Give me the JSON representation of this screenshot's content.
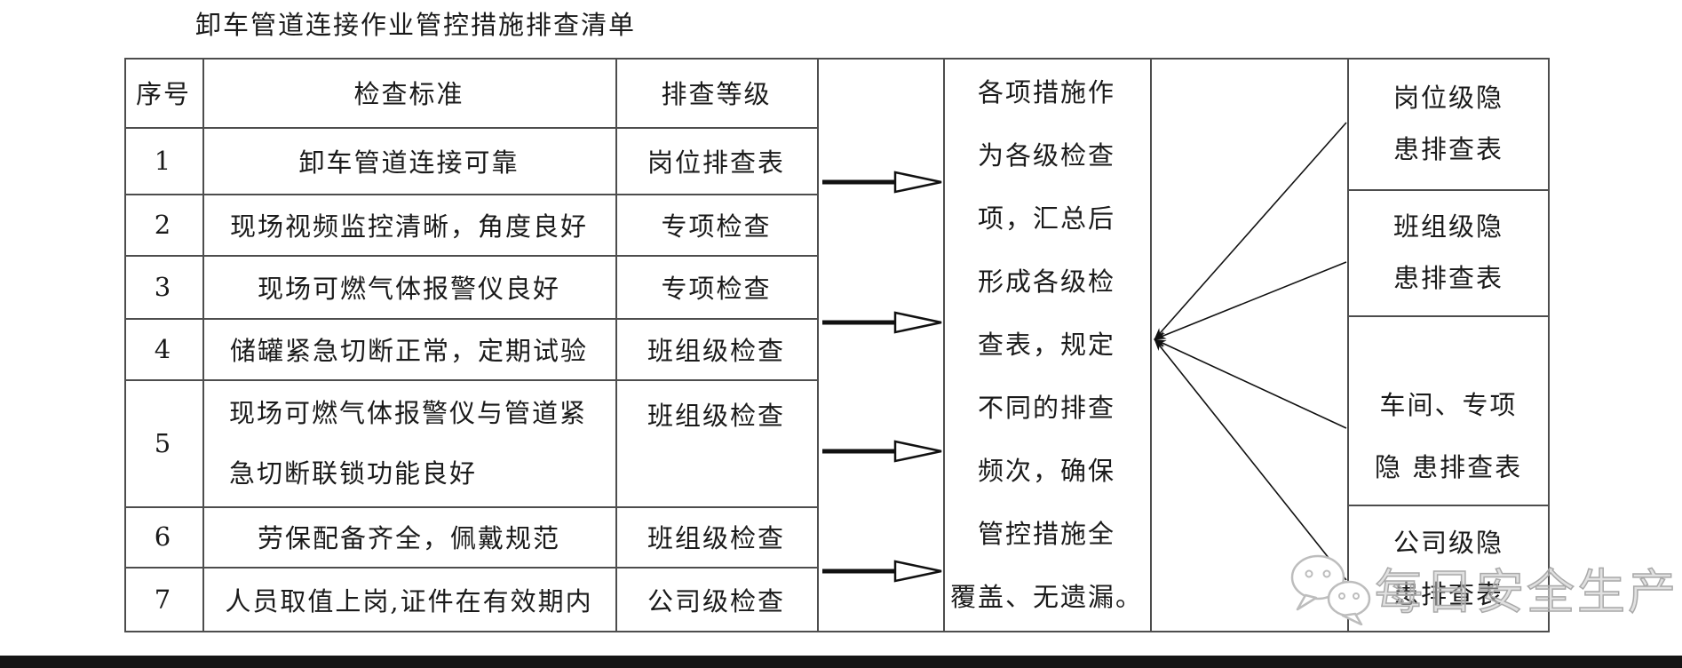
{
  "title": "卸车管道连接作业管控措施排查清单",
  "table": {
    "headers": [
      "序号",
      "检查标准",
      "排查等级"
    ],
    "rows": [
      {
        "no": "1",
        "standard": "卸车管道连接可靠",
        "level": "岗位排查表"
      },
      {
        "no": "2",
        "standard": "现场视频监控清晰，角度良好",
        "level": "专项检查"
      },
      {
        "no": "3",
        "standard": "现场可燃气体报警仪良好",
        "level": "专项检查"
      },
      {
        "no": "4",
        "standard": "储罐紧急切断正常，定期试验",
        "level": "班组级检查"
      },
      {
        "no": "5",
        "standard": "现场可燃气体报警仪与管道紧\n急切断联锁功能良好",
        "level": "班组级检查"
      },
      {
        "no": "6",
        "standard": "劳保配备齐全，佩戴规范",
        "level": "班组级检查"
      },
      {
        "no": "7",
        "standard": "人员取值上岗,证件在有效期内",
        "level": "公司级检查"
      }
    ]
  },
  "summary_note": "各项措施作\n为各级检查\n项，汇总后\n形成各级检\n查表，规定\n不同的排查\n频次，确保\n管控措施全\n覆盖、无遗漏。",
  "output_tables": [
    "岗位级隐\n患排查表",
    "班组级隐\n患排查表",
    "车间、专项\n隐 患排查表",
    "公司级隐\n患排查表"
  ],
  "watermark": {
    "text": "每日安全生产",
    "icon": "wechat-icon"
  },
  "colors": {
    "border": "#4d4d4d",
    "text": "#1a1a1a",
    "watermark": "#a9a9a9",
    "footer_bar": "#151515",
    "arrow": "#111111"
  }
}
